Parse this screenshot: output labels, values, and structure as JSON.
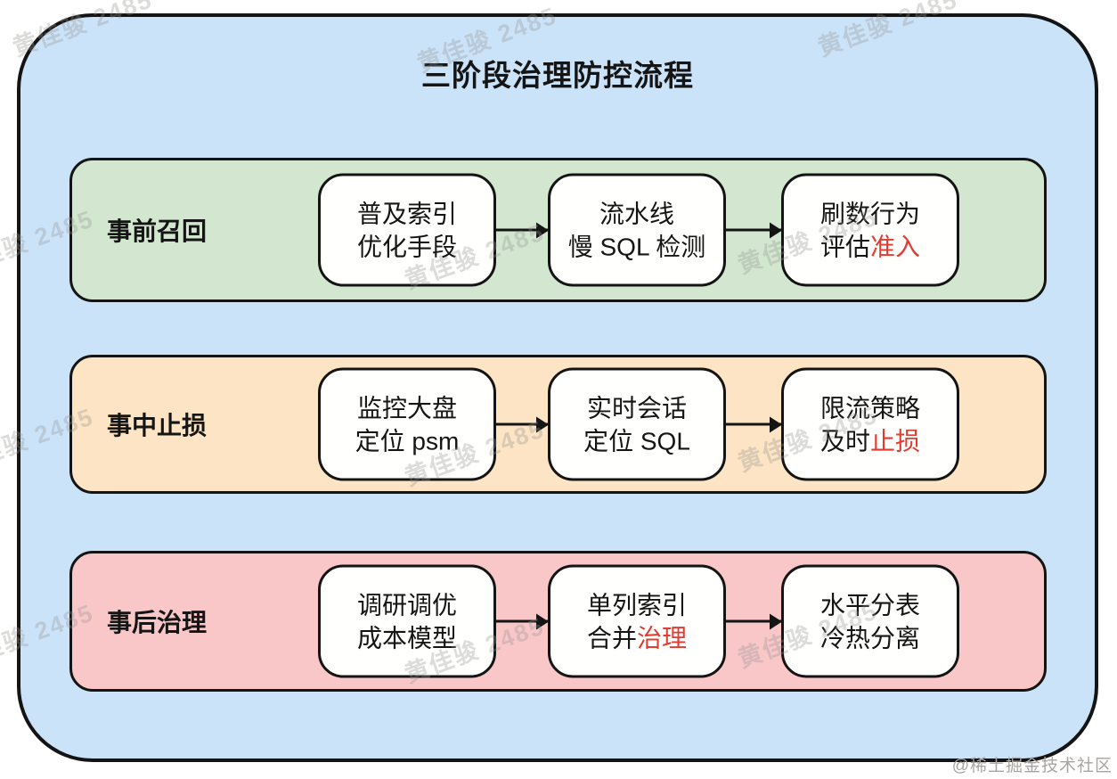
{
  "title": "三阶段治理防控流程",
  "watermark": {
    "text": "黄佳骏 2485",
    "credit": "@稀土掘金技术社区"
  },
  "colors": {
    "container_bg": "#cbe3f9",
    "highlight_red": "#e23b31",
    "border": "#141414"
  },
  "bands": [
    {
      "label": "事前召回",
      "bg_color": "#d3e7d0",
      "boxes": [
        {
          "line1": "普及索引",
          "line2": "优化手段",
          "line2_red": ""
        },
        {
          "line1": "流水线",
          "line2": "慢 SQL 检测",
          "line2_red": ""
        },
        {
          "line1": "刷数行为",
          "line2": "评估",
          "line2_red": "准入"
        }
      ]
    },
    {
      "label": "事中止损",
      "bg_color": "#fce4c4",
      "boxes": [
        {
          "line1": "监控大盘",
          "line2": "定位 psm",
          "line2_red": ""
        },
        {
          "line1": "实时会话",
          "line2": "定位 SQL",
          "line2_red": ""
        },
        {
          "line1": "限流策略",
          "line2": "及时",
          "line2_red": "止损"
        }
      ]
    },
    {
      "label": "事后治理",
      "bg_color": "#fac7c9",
      "boxes": [
        {
          "line1": "调研调优",
          "line2": "成本模型",
          "line2_red": ""
        },
        {
          "line1": "单列索引",
          "line2": "合并",
          "line2_red": "治理"
        },
        {
          "line1": "水平分表",
          "line2": "冷热分离",
          "line2_red": ""
        }
      ]
    }
  ]
}
